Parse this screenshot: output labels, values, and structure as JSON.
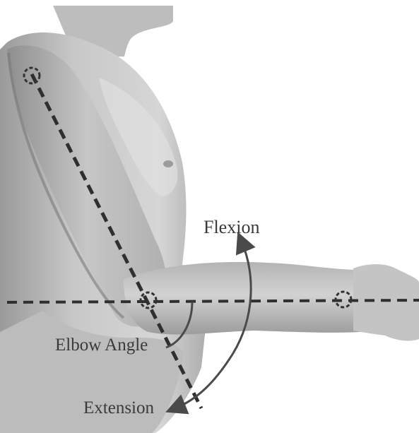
{
  "labels": {
    "flexion": "Flexion",
    "elbow_angle": "Elbow Angle",
    "extension": "Extension"
  },
  "colors": {
    "background": "#ffffff",
    "skin_light": "#c9c9c9",
    "skin_mid": "#a9a9a9",
    "skin_dark": "#7f7f7f",
    "dashed_line": "#2f2f2f",
    "arrow": "#4a4a4a",
    "text": "#3a3a3a"
  },
  "markers": [
    "shoulder-joint-marker",
    "elbow-joint-marker",
    "wrist-joint-marker"
  ]
}
